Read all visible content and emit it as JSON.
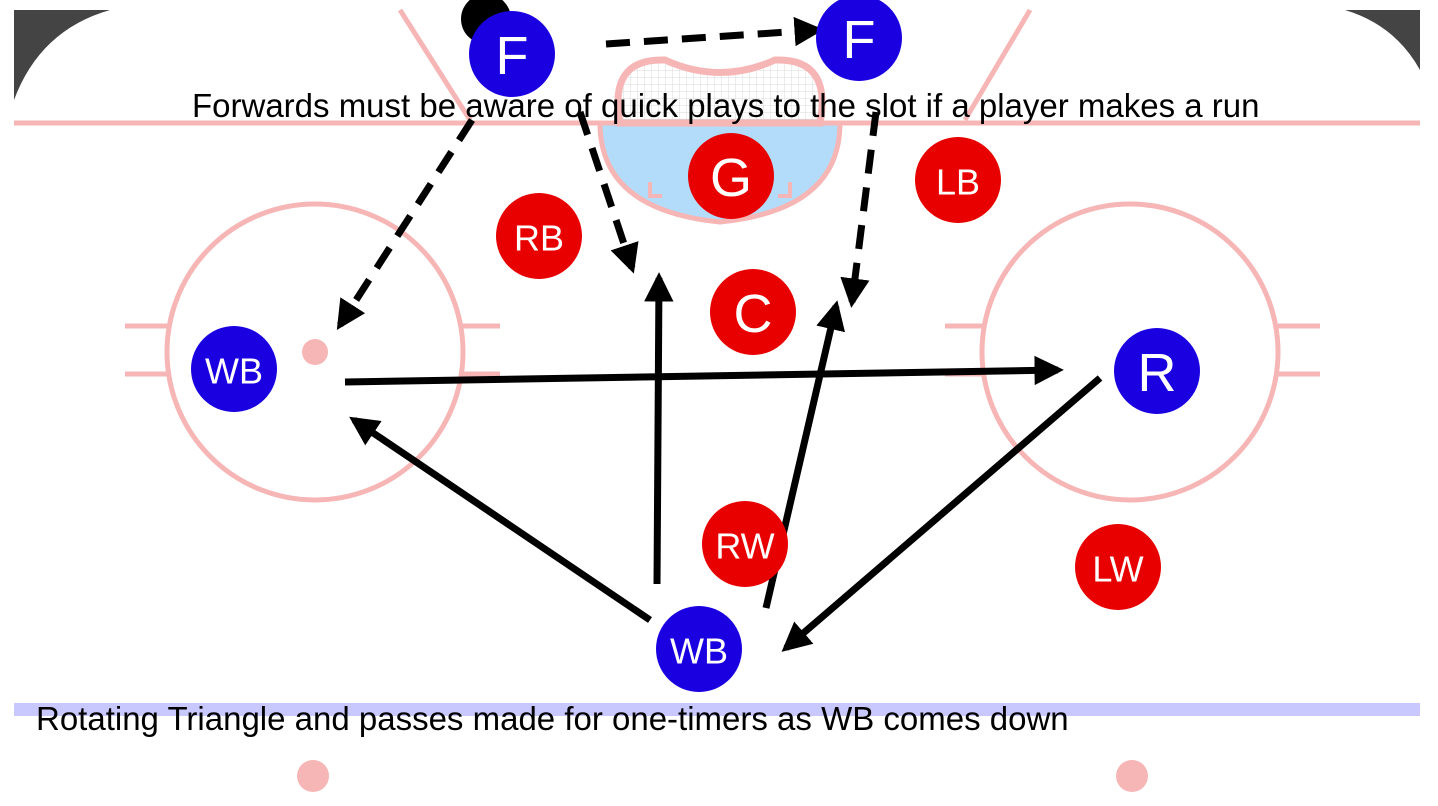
{
  "captions": {
    "top": "Forwards must be aware of quick plays to the slot if a player makes a run",
    "bottom": "Rotating Triangle and passes made for one-timers as WB comes down"
  },
  "colors": {
    "team_attack": "#1a00e0",
    "team_defend": "#e80000",
    "rink_lines": "#f7b6b6",
    "blue_line": "#c8c8ff",
    "crease": "#b3dcfa",
    "boards": "#444444",
    "puck": "#000000"
  },
  "players": [
    {
      "id": "f-left",
      "label": "F",
      "team": "attack"
    },
    {
      "id": "f-right",
      "label": "F",
      "team": "attack"
    },
    {
      "id": "wb-left",
      "label": "WB",
      "team": "attack"
    },
    {
      "id": "r",
      "label": "R",
      "team": "attack"
    },
    {
      "id": "wb-bottom",
      "label": "WB",
      "team": "attack"
    },
    {
      "id": "g",
      "label": "G",
      "team": "defend"
    },
    {
      "id": "lb",
      "label": "LB",
      "team": "defend"
    },
    {
      "id": "rb",
      "label": "RB",
      "team": "defend"
    },
    {
      "id": "c",
      "label": "C",
      "team": "defend"
    },
    {
      "id": "rw",
      "label": "RW",
      "team": "defend"
    },
    {
      "id": "lw",
      "label": "LW",
      "team": "defend"
    }
  ],
  "passes": [
    {
      "from": "f-left",
      "to": "f-right",
      "style": "dashed"
    },
    {
      "from": "f-left",
      "to": "left-dot",
      "style": "dashed"
    },
    {
      "from": "f-left",
      "to": "slot",
      "style": "dashed"
    },
    {
      "from": "f-right",
      "to": "slot-right",
      "style": "dashed"
    },
    {
      "from": "wb-left",
      "to": "r",
      "style": "solid"
    },
    {
      "from": "wb-bottom",
      "to": "wb-left",
      "style": "solid"
    },
    {
      "from": "wb-bottom",
      "to": "slot",
      "style": "solid"
    },
    {
      "from": "wb-bottom",
      "to": "slot-right",
      "style": "solid"
    },
    {
      "from": "r",
      "to": "wb-bottom",
      "style": "solid"
    }
  ]
}
